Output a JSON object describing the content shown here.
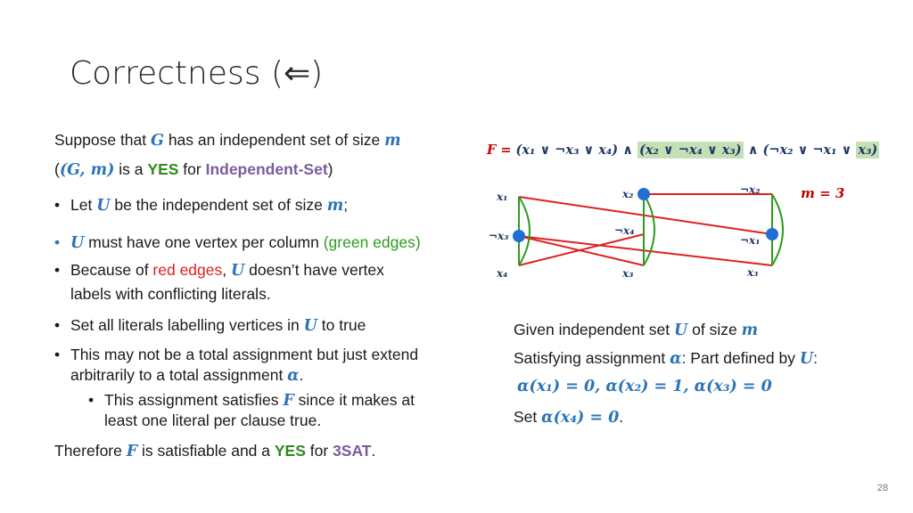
{
  "title": "Correctness (⇐)",
  "left": {
    "p1a": "Suppose that ",
    "G": "G",
    "p1b": " has an independent set of size ",
    "m": "m",
    "p2open": "(",
    "Gm": "(G, m)",
    "p2a": " is a ",
    "yes": "YES",
    "p2b": " for ",
    "indset": "Independent-Set",
    "p2close": ")",
    "b1a": "Let ",
    "U": "U",
    "b1b": " be the independent set of size ",
    "b1c": ";",
    "b2a": " must have one vertex per column ",
    "b2green": "(green edges)",
    "b3a": "Because of ",
    "b3red": "red edges",
    "b3b": ", ",
    "b3c": " doesn’t have vertex",
    "b3d": "labels with conflicting literals.",
    "b4a": "Set all literals labelling vertices in ",
    "b4b": " to true",
    "b5a": "This may not be a total assignment but just extend",
    "b5b": "arbitrarily to a total assignment ",
    "alpha": "α",
    "b5c": ".",
    "sub1a": "This assignment satisfies ",
    "F": "F",
    "sub1b": " since it makes at",
    "sub1c": "least one literal per clause true.",
    "concl_a": "Therefore ",
    "concl_b": " is satisfiable and a ",
    "concl_c": " for ",
    "threesat": "3SAT",
    "concl_d": "."
  },
  "formula": {
    "F_eq": "F = ",
    "c1": "(x₁ ∨ ¬x₃ ∨ x₄)",
    "and1": " ∧ ",
    "c2": "(x₂ ∨ ¬x₄ ∨ x₃)",
    "and2": " ∧ ",
    "c3a": "(¬x₂ ∨ ¬x₁ ∨ ",
    "c3b": "x₃)"
  },
  "m_label": "m = 3",
  "graph_labels": {
    "c1_top": "x₁",
    "c1_mid": "¬x₃",
    "c1_bot": "x₄",
    "c2_top": "x₂",
    "c2_mid": "¬x₄",
    "c2_bot": "x₃",
    "c3_top": "¬x₂",
    "c3_mid": "¬x₁",
    "c3_bot": "x₃"
  },
  "right": {
    "r1a": "Given independent set ",
    "r1b": " of size ",
    "r2a": "Satisfying assignment ",
    "r2b": ":  Part defined by ",
    "r2c": ":",
    "r3": "α(x₁) = 0, α(x₂) = 1, α(x₃) = 0",
    "r4a": "Set ",
    "r4b": "α(x₄) = 0",
    "r4c": "."
  },
  "page_number": "28",
  "colors": {
    "blue": "#2e75b6",
    "green_edge": "#2e9b1e",
    "red_edge": "#e02020",
    "vertex": "#1f6fd6"
  }
}
